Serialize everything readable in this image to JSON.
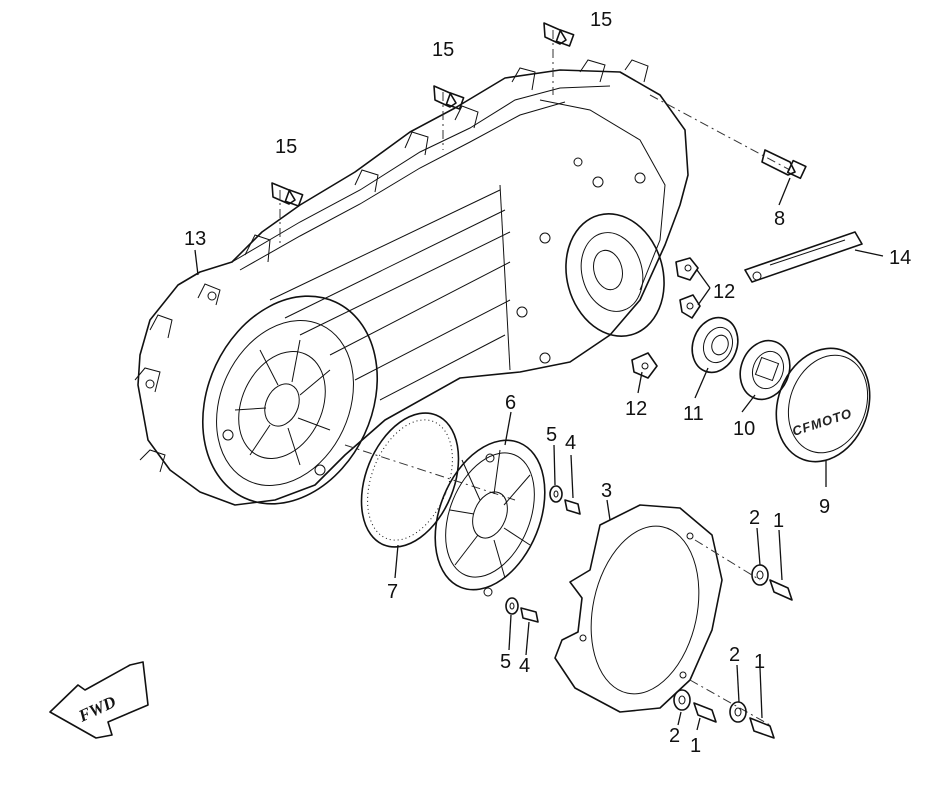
{
  "diagram": {
    "callouts": [
      {
        "id": "c15a",
        "text": "15"
      },
      {
        "id": "c15b",
        "text": "15"
      },
      {
        "id": "c15c",
        "text": "15"
      },
      {
        "id": "c13",
        "text": "13"
      },
      {
        "id": "c8",
        "text": "8"
      },
      {
        "id": "c14",
        "text": "14"
      },
      {
        "id": "c12a",
        "text": "12"
      },
      {
        "id": "c12b",
        "text": "12"
      },
      {
        "id": "c11",
        "text": "11"
      },
      {
        "id": "c10",
        "text": "10"
      },
      {
        "id": "c9",
        "text": "9"
      },
      {
        "id": "c6",
        "text": "6"
      },
      {
        "id": "c5a",
        "text": "5"
      },
      {
        "id": "c4a",
        "text": "4"
      },
      {
        "id": "c3",
        "text": "3"
      },
      {
        "id": "c7",
        "text": "7"
      },
      {
        "id": "c2a",
        "text": "2"
      },
      {
        "id": "c1a",
        "text": "1"
      },
      {
        "id": "c5b",
        "text": "5"
      },
      {
        "id": "c4b",
        "text": "4"
      },
      {
        "id": "c2b",
        "text": "2"
      },
      {
        "id": "c1b",
        "text": "1"
      },
      {
        "id": "c2c",
        "text": "2"
      },
      {
        "id": "c1c",
        "text": "1"
      }
    ],
    "fwd_label": "FWD",
    "cover_brand": "CFMOTO"
  }
}
